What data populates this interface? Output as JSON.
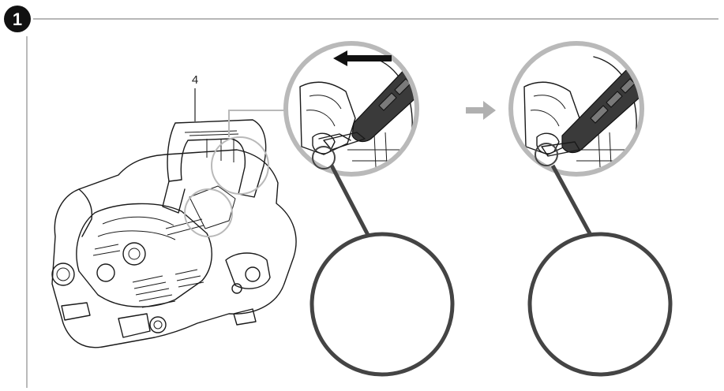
{
  "step": {
    "number": "1"
  },
  "callouts": [
    {
      "label": "4"
    }
  ],
  "colors": {
    "ring_gray": "#b9b9b9",
    "detail_ring": "#444444",
    "handle_black": "#3a3a3a",
    "arrow_black": "#111111",
    "arrow_gray": "#b0b0b0"
  },
  "icons": [
    "push-left-arrow",
    "next-step-arrow"
  ]
}
